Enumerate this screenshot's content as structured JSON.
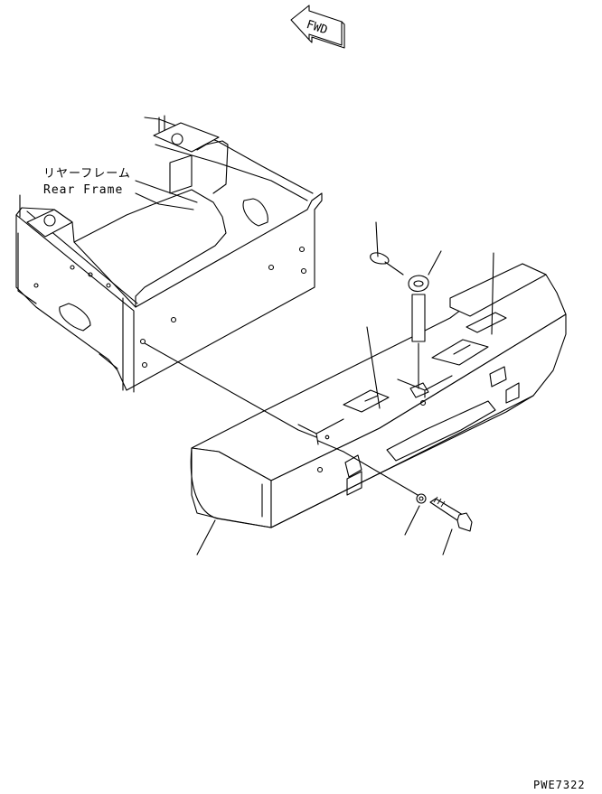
{
  "fwd_marker": {
    "text": "FWD"
  },
  "labels": {
    "rear_frame_jp": "リヤーフレーム",
    "rear_frame_en": "Rear Frame"
  },
  "drawing_code": "PWE7322"
}
